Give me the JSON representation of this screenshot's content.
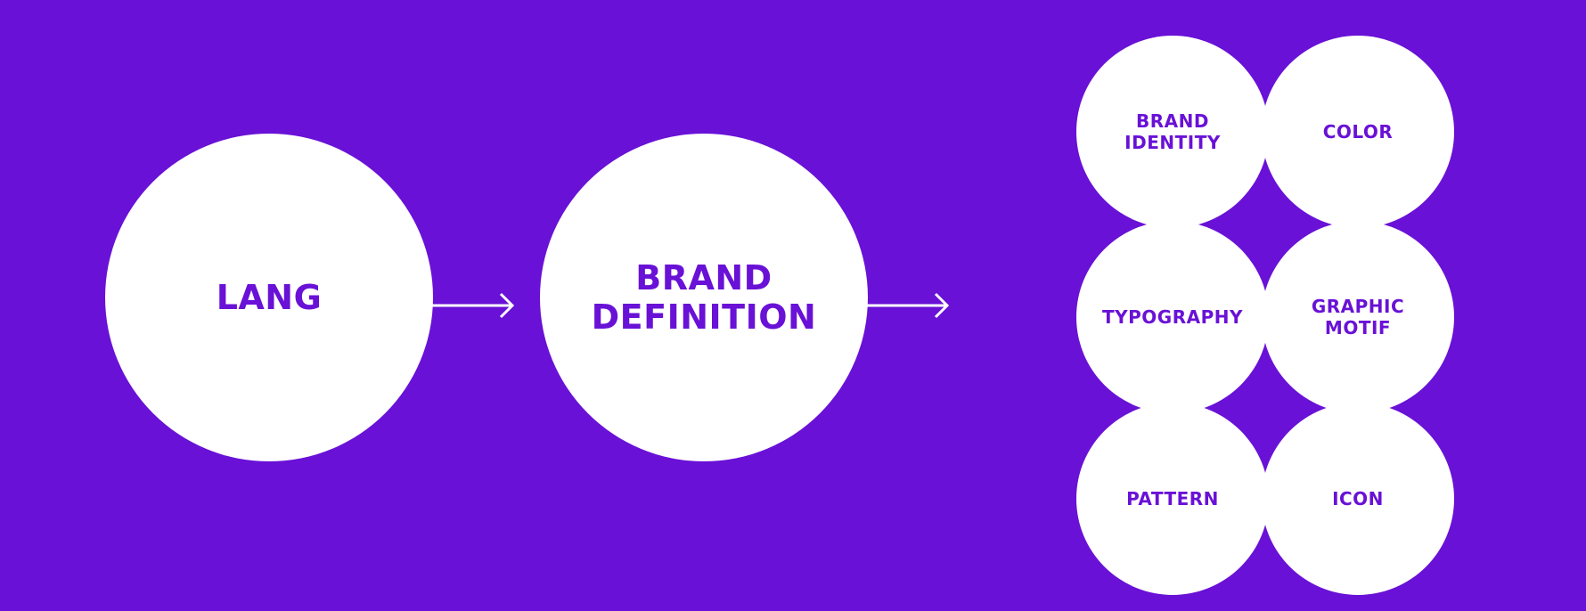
{
  "colors": {
    "background": "#6911d6",
    "circle_fill": "#ffffff",
    "text": "#6911d6",
    "arrow": "#ffffff"
  },
  "nodes": {
    "lang": "LANG",
    "brand_definition": "BRAND\nDEFINITION"
  },
  "outputs": [
    {
      "label": "BRAND\nIDENTITY"
    },
    {
      "label": "COLOR"
    },
    {
      "label": "TYPOGRAPHY"
    },
    {
      "label": "GRAPHIC\nMOTIF"
    },
    {
      "label": "PATTERN"
    },
    {
      "label": "ICON"
    }
  ]
}
